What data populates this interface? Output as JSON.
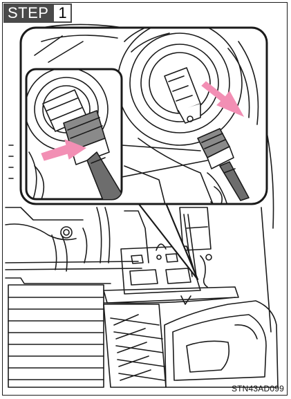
{
  "step": {
    "label": "STEP",
    "number": "1"
  },
  "figure": {
    "code": "STN43AD099",
    "arrow_color": "#f28fb4",
    "line_color": "#1a1a1a",
    "connector_fill": "#8a8a8a",
    "icons": [
      "bulb-socket-icon",
      "connector-icon",
      "pull-arrow-icon"
    ]
  }
}
